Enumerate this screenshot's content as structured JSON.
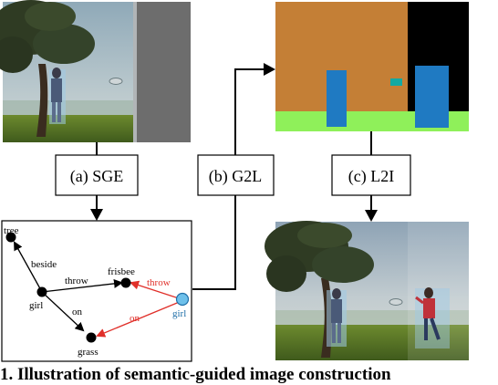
{
  "steps": {
    "sge": "(a) SGE",
    "g2l": "(b) G2L",
    "l2i": "(c) L2I"
  },
  "scene_graph": {
    "nodes": {
      "tree": "tree",
      "frisbee": "frisbee",
      "girl_existing": "girl",
      "grass": "grass",
      "girl_new": "girl"
    },
    "edges": {
      "beside": "beside",
      "throw_existing": "throw",
      "on_existing": "on",
      "throw_new": "throw",
      "on_new": "on"
    }
  },
  "caption": "1. Illustration of semantic-guided image construction"
}
